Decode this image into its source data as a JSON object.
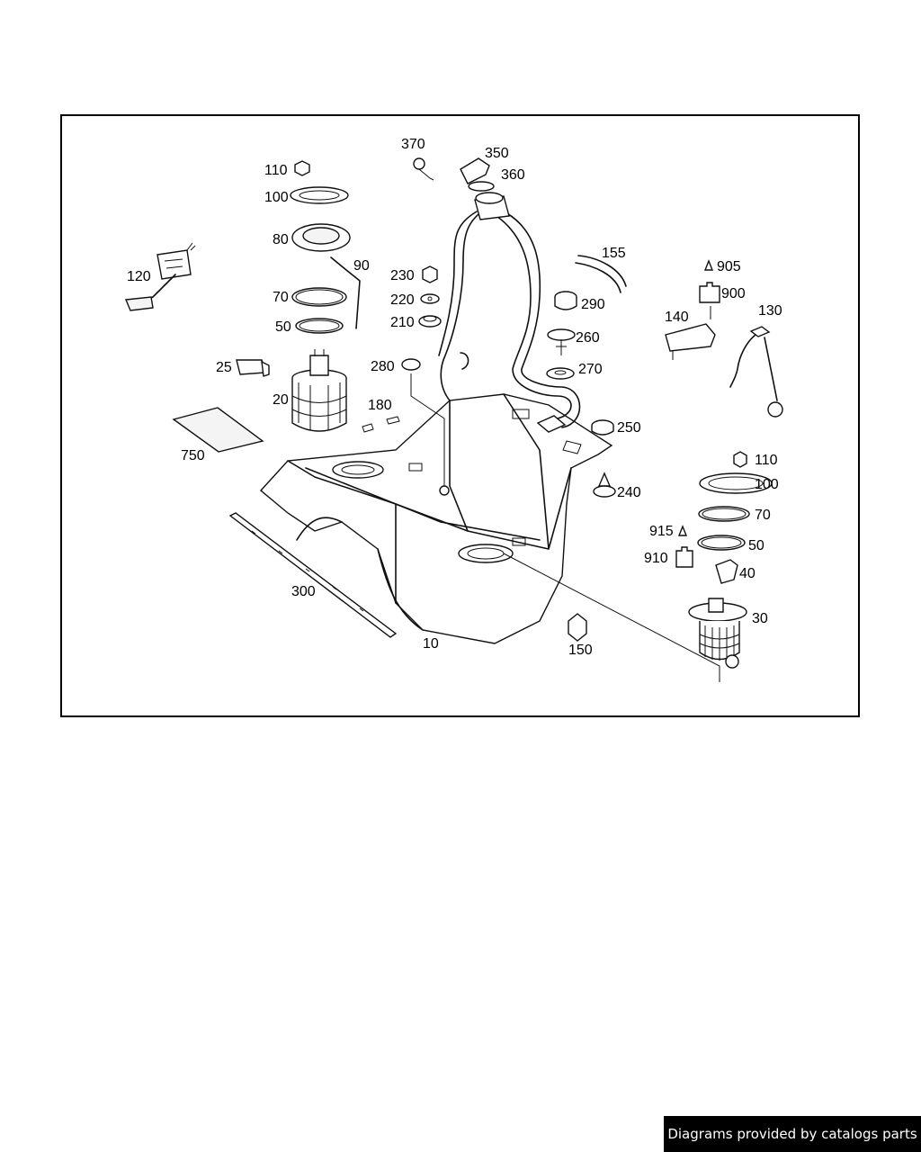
{
  "diagram": {
    "labels": {
      "p10": "10",
      "p20": "20",
      "p25": "25",
      "p30": "30",
      "p40": "40",
      "p50a": "50",
      "p50b": "50",
      "p70a": "70",
      "p70b": "70",
      "p80": "80",
      "p90": "90",
      "p100a": "100",
      "p100b": "100",
      "p110a": "110",
      "p110b": "110",
      "p120": "120",
      "p130": "130",
      "p140": "140",
      "p150": "150",
      "p155": "155",
      "p180": "180",
      "p210": "210",
      "p220": "220",
      "p230": "230",
      "p240": "240",
      "p250": "250",
      "p260": "260",
      "p270": "270",
      "p280": "280",
      "p290": "290",
      "p300": "300",
      "p350": "350",
      "p360": "360",
      "p370": "370",
      "p750": "750",
      "p900": "900",
      "p905": "905",
      "p910": "910",
      "p915": "915"
    }
  },
  "footer": {
    "credit": "Diagrams provided by catalogs parts"
  }
}
